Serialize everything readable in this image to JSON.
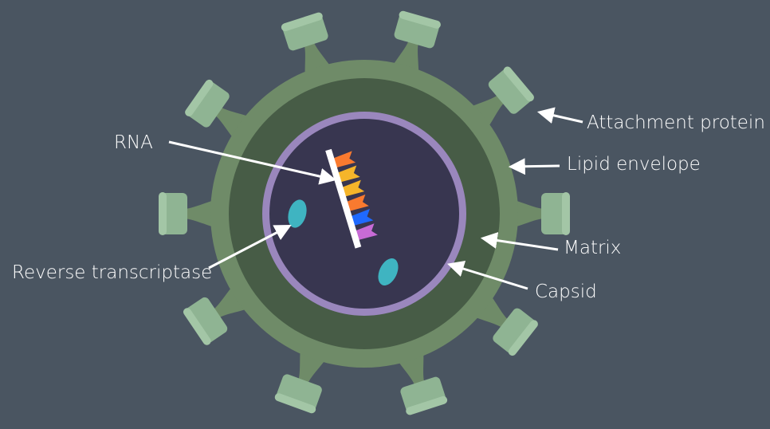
{
  "background": "#4a5561",
  "colors": {
    "envelope_outer": "#6f8b68",
    "spike": "#8fb493",
    "spike_top": "#a3c6a6",
    "matrix": "#475c46",
    "capsid_ring": "#9a87bd",
    "core": "#383650",
    "enzyme": "#3fb4c1",
    "rna_strand": "#ffffff",
    "label_text": "#ffffff",
    "bases": [
      "#f97a2f",
      "#f5b52a",
      "#f5b52a",
      "#f97a2f",
      "#1f69ff",
      "#c86bd6"
    ]
  },
  "labels": {
    "rna": "RNA",
    "reverse_transcriptase": "Reverse transcriptase",
    "attachment_protein": "Attachment protein",
    "lipid_envelope": "Lipid envelope",
    "matrix": "Matrix",
    "capsid": "Capsid"
  },
  "icons": {
    "arrow": "arrow-icon",
    "spike": "attachment-protein-spike",
    "enzyme": "reverse-transcriptase-blob"
  }
}
